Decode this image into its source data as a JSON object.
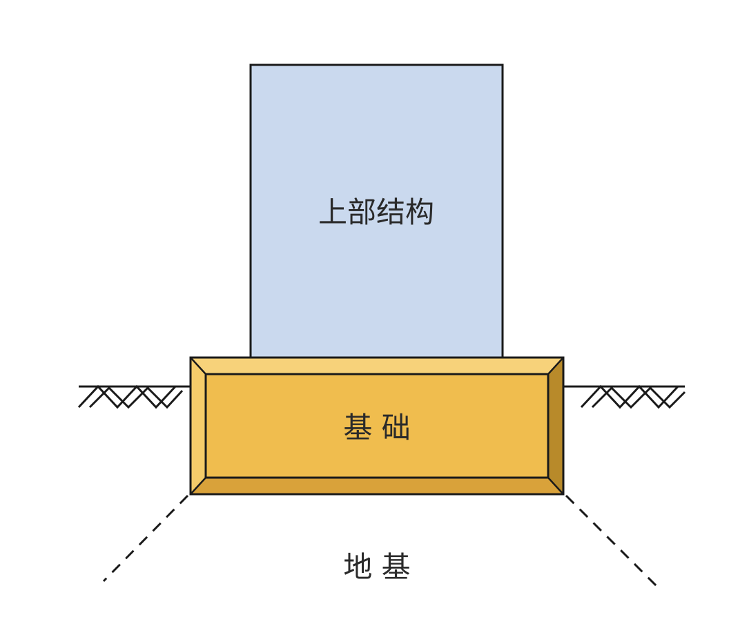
{
  "diagram": {
    "superstructure_label": "上部结构",
    "foundation_label": "基 础",
    "subgrade_label": "地 基"
  },
  "colors": {
    "superstructure_fill": "#cad9ee",
    "foundation_face": "#f0bd4e",
    "foundation_bevel_top": "#f7d27a",
    "foundation_bevel_left": "#f5cc6a",
    "foundation_bevel_right": "#b88a2a",
    "foundation_bevel_bottom": "#d9a23a",
    "outline": "#1a1a1a"
  }
}
